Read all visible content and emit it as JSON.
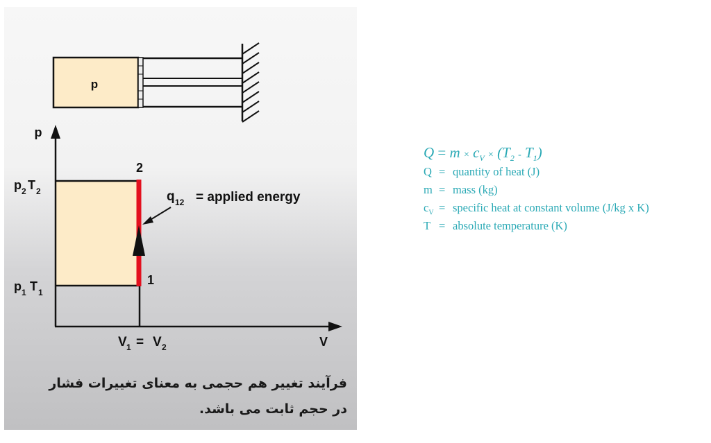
{
  "diagram": {
    "piston_label": "p",
    "y_axis_label": "p",
    "x_axis_label": "V",
    "upper_state": {
      "p": "p",
      "p_sub": "2",
      "T": "T",
      "T_sub": "2"
    },
    "lower_state": {
      "p": "p",
      "p_sub": "1",
      "T": "T",
      "T_sub": "1"
    },
    "point_2": "2",
    "point_1": "1",
    "heat_label": {
      "q": "q",
      "q_sub": "12",
      "text": "= applied energy"
    },
    "volume_label": {
      "v1": "V",
      "v1_sub": "1",
      "eq": "=",
      "v2": "V",
      "v2_sub": "2"
    },
    "colors": {
      "fill": "#fdebc8",
      "process_line": "#e3101e",
      "stroke": "#111111"
    }
  },
  "caption": {
    "line1": "فرآیند تغییر هم حجمی  به معنای تغییرات فشار",
    "line2": "در حجم ثابت می باشد."
  },
  "formula": {
    "Q": "Q",
    "eq": "=",
    "m": "m",
    "times": "×",
    "c": "c",
    "c_sub": "V",
    "open": "(T",
    "t2_sub": "2",
    "minus": "-",
    "T": "T",
    "t1_sub": "1",
    "close": ")",
    "color": "#2aa9b5"
  },
  "definitions": [
    {
      "symbol": "Q",
      "sub": "",
      "eq": "=",
      "text": "quantity of heat (J)"
    },
    {
      "symbol": "m",
      "sub": "",
      "eq": "=",
      "text": "mass (kg)"
    },
    {
      "symbol": "c",
      "sub": "V",
      "eq": "=",
      "text": "specific heat at constant volume (J/kg x K)"
    },
    {
      "symbol": "T",
      "sub": "",
      "eq": "=",
      "text": "absolute temperature (K)"
    }
  ]
}
